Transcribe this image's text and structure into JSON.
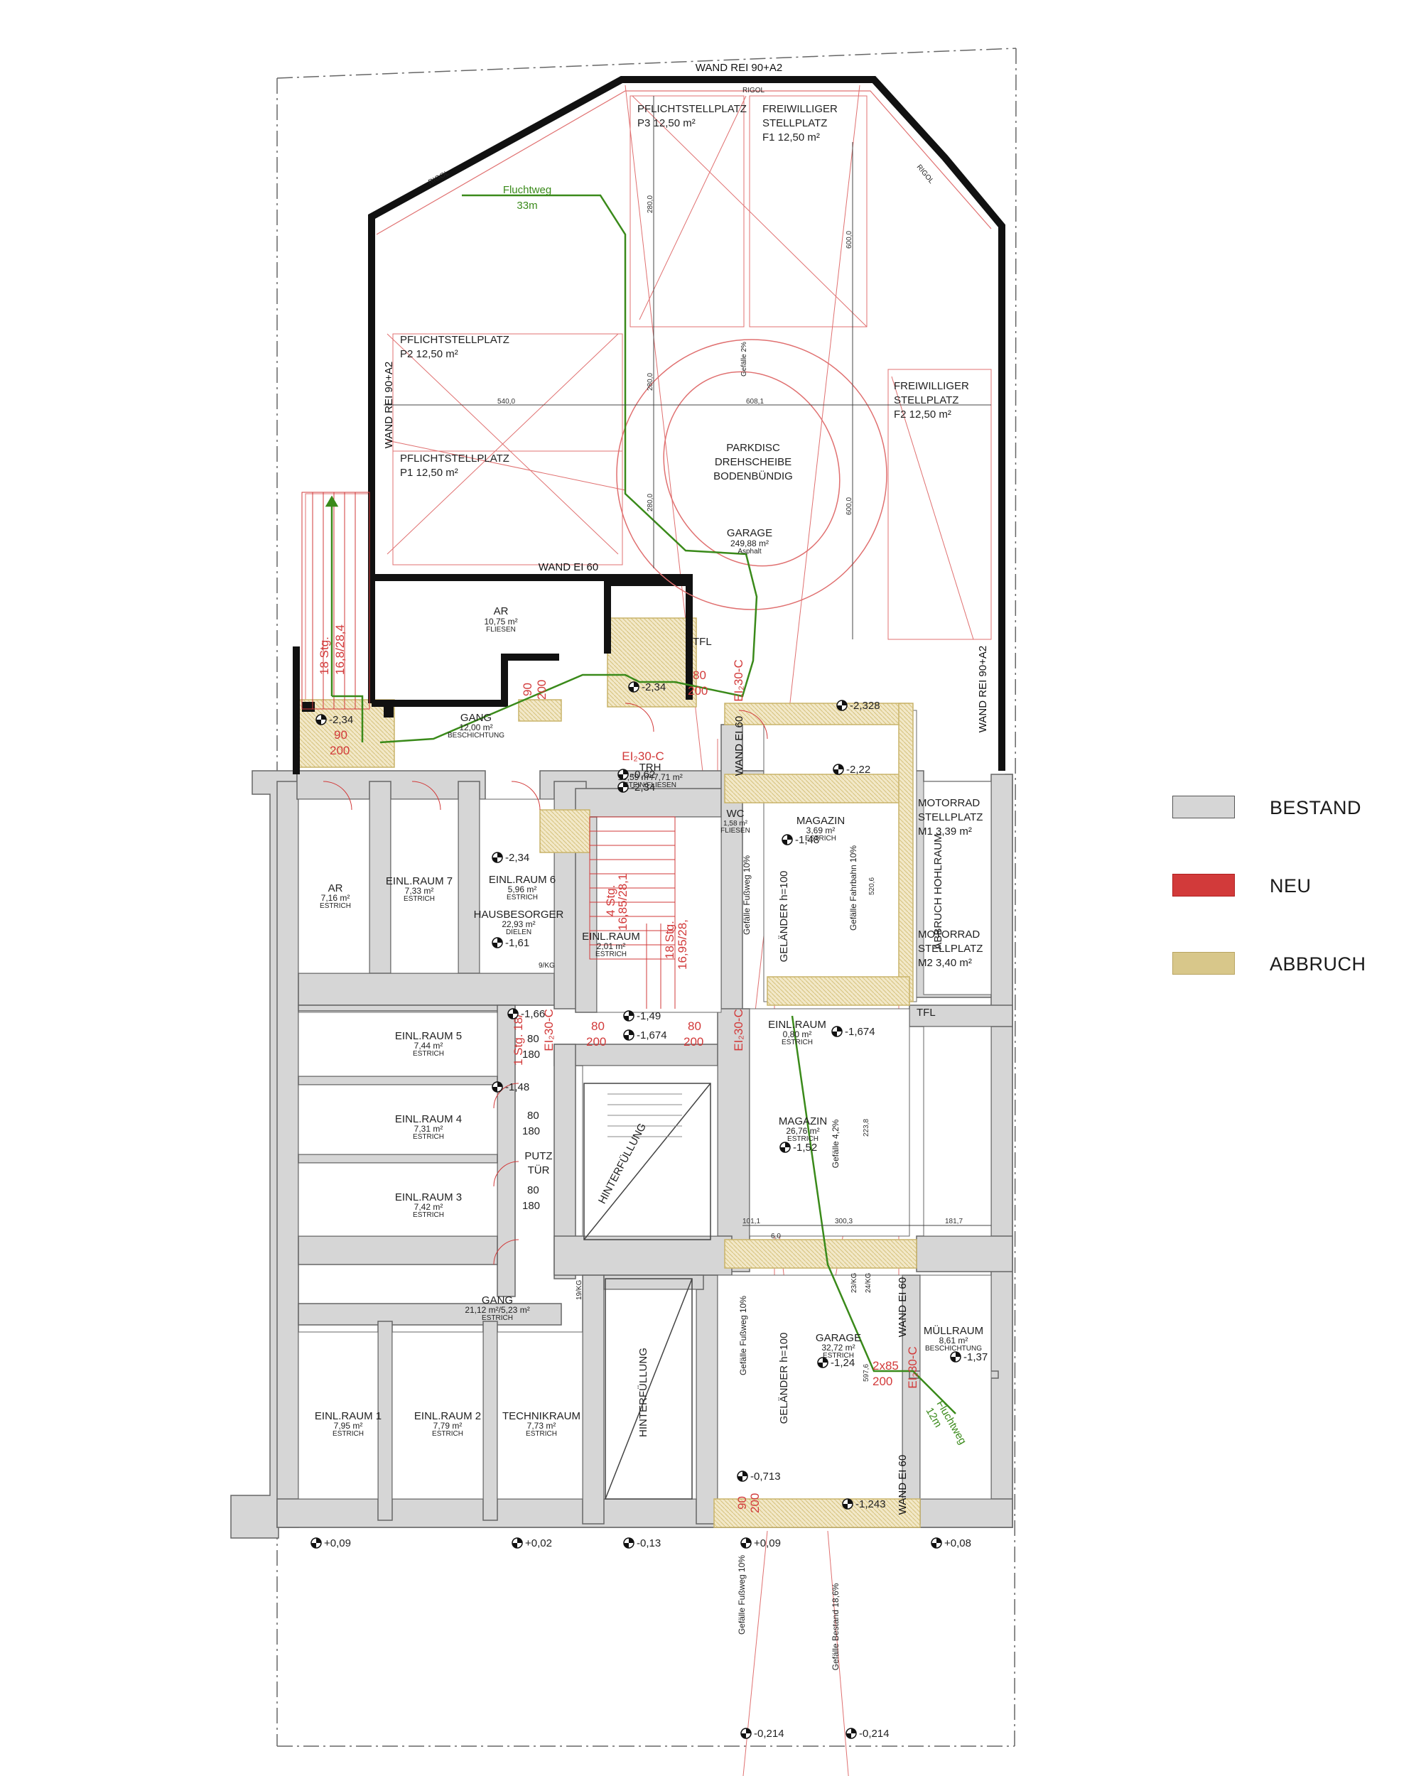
{
  "walls": {
    "top": "WAND REI 90+A2",
    "left": "WAND REI 90+A2",
    "right": "WAND REI 90+A2",
    "ei60_garage": "WAND EI 60",
    "ei60_vertical": "WAND EI 60",
    "ei60_lower1": "WAND EI 60",
    "ei60_lower2": "WAND EI 60",
    "rigol": "RIGOL"
  },
  "parking": {
    "p3": {
      "title": "PFLICHTSTELLPLATZ",
      "area": "P3 12,50 m²"
    },
    "f1": {
      "title1": "FREIWILLIGER",
      "title2": "STELLPLATZ",
      "area": "F1 12,50 m²"
    },
    "p2": {
      "title": "PFLICHTSTELLPLATZ",
      "area": "P2 12,50 m²"
    },
    "p1": {
      "title": "PFLICHTSTELLPLATZ",
      "area": "P1 12,50 m²"
    },
    "f2": {
      "title1": "FREIWILLIGER",
      "title2": "STELLPLATZ",
      "area": "F2 12,50 m²"
    },
    "m1": {
      "title1": "MOTORRAD",
      "title2": "STELLPLATZ",
      "area": "M1 3,39 m²"
    },
    "m2": {
      "title1": "MOTORRAD",
      "title2": "STELLPLATZ",
      "area": "M2 3,40 m²"
    }
  },
  "parkdisc": {
    "line1": "PARKDISC",
    "line2": "DREHSCHEIBE",
    "line3": "BODENBÜNDIG",
    "slope": "Gefälle 2%"
  },
  "rooms": {
    "garage_main": {
      "name": "GARAGE",
      "area": "249,88 m²",
      "finish": "Asphalt"
    },
    "ar_upper": {
      "name": "AR",
      "area": "10,75 m²",
      "finish": "FLIESEN"
    },
    "gang_upper": {
      "name": "GANG",
      "area": "12,00 m²",
      "finish": "BESCHICHTUNG"
    },
    "trh": {
      "name": "TRH",
      "area": "10,59 m²/7,71 m²",
      "finish": "STEIN/FLIESEN"
    },
    "wc": {
      "name": "WC",
      "area": "1,58 m²",
      "finish": "FLIESEN"
    },
    "magazin_upper": {
      "name": "MAGAZIN",
      "area": "3,69 m²",
      "finish": "ESTRICH"
    },
    "ar_lower": {
      "name": "AR",
      "area": "7,16 m²",
      "finish": "ESTRICH"
    },
    "einl7": {
      "name": "EINL.RAUM 7",
      "area": "7,33 m²",
      "finish": "ESTRICH"
    },
    "einl6": {
      "name": "EINL.RAUM 6",
      "area": "5,96 m²",
      "finish": "ESTRICH"
    },
    "hausbesorger": {
      "name": "HAUSBESORGER",
      "area": "22,93 m²",
      "finish": "DIELEN"
    },
    "einl_small": {
      "name": "EINL.RAUM",
      "area": "2,01 m²",
      "finish": "ESTRICH"
    },
    "einl_mid": {
      "name": "EINL.RAUM",
      "area": "0,80 m²",
      "finish": "ESTRICH"
    },
    "einl5": {
      "name": "EINL.RAUM 5",
      "area": "7,44 m²",
      "finish": "ESTRICH"
    },
    "einl4": {
      "name": "EINL.RAUM 4",
      "area": "7,31 m²",
      "finish": "ESTRICH"
    },
    "einl3": {
      "name": "EINL.RAUM 3",
      "area": "7,42 m²",
      "finish": "ESTRICH"
    },
    "magazin_mid": {
      "name": "MAGAZIN",
      "area": "26,76 m²",
      "finish": "ESTRICH"
    },
    "gang_lower": {
      "name": "GANG",
      "area": "21,12 m²/5,23 m²",
      "finish": "ESTRICH"
    },
    "einl1": {
      "name": "EINL.RAUM 1",
      "area": "7,95 m²",
      "finish": "ESTRICH"
    },
    "einl2": {
      "name": "EINL.RAUM 2",
      "area": "7,79 m²",
      "finish": "ESTRICH"
    },
    "technik": {
      "name": "TECHNIKRAUM",
      "area": "7,73 m²",
      "finish": "ESTRICH"
    },
    "garage_lower": {
      "name": "GARAGE",
      "area": "32,72 m²",
      "finish": "ESTRICH"
    },
    "muell": {
      "name": "MÜLLRAUM",
      "area": "8,61 m²",
      "finish": "BESCHICHTUNG"
    }
  },
  "misc": {
    "hinterfuellung1": "HINTERFÜLLUNG",
    "hinterfuellung2": "HINTERFÜLLUNG",
    "putztuer1": "PUTZ",
    "putztuer2": "TÜR",
    "tfl1": "TFL",
    "tfl2": "TFL",
    "abbruch_hohlraum": "ABBRUCH HOHLRAUM",
    "kg9": "9/KG",
    "kg19": "19/KG",
    "kg23": "23/KG",
    "kg24": "24/KG",
    "gelaender1": "GELÄNDER h=100",
    "gelaender2": "GELÄNDER h=100",
    "slope_fussweg1": "Gefälle Fußweg 10%",
    "slope_fahrbahn": "Gefälle Fahrbahn 10%",
    "slope_mid": "Gefälle 4,2%",
    "slope_fussweg2": "Gefälle Fußweg 10%",
    "slope_fussweg3": "Gefälle Fußweg 10%",
    "slope_bestand": "Gefälle Bestand 18,6%",
    "ei30c_1": "EI₂30-C",
    "ei30c_2": "EI₂30-C",
    "ei30c_3": "EI₂30-C",
    "ei30c_4": "EI₂30-C",
    "ei30c_5": "EI₂30-C"
  },
  "stairs": {
    "s1a": "18 Stg.",
    "s1b": "16,8/28,4",
    "s2a": "4 Stg.",
    "s2b": "16,85/28,1",
    "s3a": "18 Stg.",
    "s3b": "16,95/28,",
    "s4": "1 Stg. 18/"
  },
  "escape": {
    "top_label": "Fluchtweg",
    "top_dist": "33m",
    "bottom_label": "Fluchtweg",
    "bottom_dist": "12m"
  },
  "doors": {
    "d1a": "80",
    "d1b": "200",
    "d2a": "90",
    "d2b": "200",
    "d3a": "90",
    "d3b": "200",
    "d4a": "80",
    "d4b": "200",
    "d5a": "80",
    "d5b": "200",
    "d6a": "80",
    "d6b": "180",
    "d7a": "80",
    "d7b": "180",
    "d8a": "80",
    "d8b": "180",
    "d9a": "2x85",
    "d9b": "200",
    "d10a": "90",
    "d10b": "200"
  },
  "levels": {
    "l1": "-2,34",
    "l2": "-2,34",
    "l3": "-2,328",
    "l4": "-2,22",
    "l5": "-0,62",
    "l6": "-2,34",
    "l7": "-1,48",
    "l8": "-2,34",
    "l9": "-1,61",
    "l10": "-1,66",
    "l11": "-1,49",
    "l12": "-1,674",
    "l13": "-1,674",
    "l14": "-1,48",
    "l15": "-1,52",
    "l16": "-1,24",
    "l17": "-1,37",
    "l18": "-0,713",
    "l19": "-1,243",
    "l20": "+0,09",
    "l21": "+0,02",
    "l22": "-0,13",
    "l23": "+0,09",
    "l24": "+0,08",
    "l25": "-0,214",
    "l26": "-0,214"
  },
  "dims": {
    "d540": "540,0",
    "d608": "608,1",
    "d280a": "280,0",
    "d280b": "280,0",
    "d280c": "280,0",
    "d600a": "600,0",
    "d600b": "600,0",
    "d101": "101,1",
    "d6": "6,0",
    "d300": "300,3",
    "d181": "181,7",
    "d223": "223,8",
    "d520": "520,6",
    "d597": "597,6"
  },
  "legend": [
    {
      "label": "BESTAND",
      "color": "#d6d6d6",
      "border": "#555555"
    },
    {
      "label": "NEU",
      "color": "#d23a3a",
      "border": "#b02020"
    },
    {
      "label": "ABBRUCH",
      "color": "#d8c78a",
      "border": "#b9a460"
    }
  ]
}
